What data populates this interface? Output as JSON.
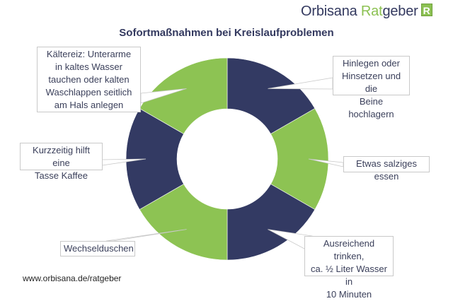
{
  "brand": {
    "prefix": "Orbisana ",
    "accent": "Rat",
    "suffix": "geber",
    "logo_letter": "R"
  },
  "title": "Sofortmaßnahmen bei Kreislaufproblemen",
  "footer": {
    "url": "www.orbisana.de/ratgeber"
  },
  "colors": {
    "navy": "#333a63",
    "green": "#8dc353",
    "callout_border": "#c9c9c9"
  },
  "callouts": [
    {
      "text": "Hinlegen oder\nHinsetzen und die\nBeine hochlagern"
    },
    {
      "text": "Etwas salziges essen"
    },
    {
      "text": "Ausreichend trinken,\nca. ½ Liter Wasser in\n10 Minuten"
    },
    {
      "text": "Wechselduschen"
    },
    {
      "text": "Kurzzeitig hilft eine\nTasse Kaffee"
    },
    {
      "text": "Kältereiz: Unterarme\nin kaltes Wasser\ntauchen oder kalten\nWaschlappen seitlich\nam Hals anlegen"
    }
  ],
  "chart_data": {
    "type": "pie",
    "subtype": "donut",
    "title": "Sofortmaßnahmen bei Kreislaufproblemen",
    "categories": [
      "Hinlegen oder Hinsetzen und die Beine hochlagern",
      "Etwas salziges essen",
      "Ausreichend trinken, ca. ½ Liter Wasser in 10 Minuten",
      "Wechselduschen",
      "Kurzzeitig hilft eine Tasse Kaffee",
      "Kältereiz: Unterarme in kaltes Wasser tauchen oder kalten Waschlappen seitlich am Hals anlegen"
    ],
    "values": [
      1,
      1,
      1,
      1,
      1,
      1
    ],
    "colors": [
      "#333a63",
      "#8dc353",
      "#333a63",
      "#8dc353",
      "#333a63",
      "#8dc353"
    ],
    "start_angle_deg": 0,
    "direction": "clockwise",
    "legend": "callouts"
  }
}
